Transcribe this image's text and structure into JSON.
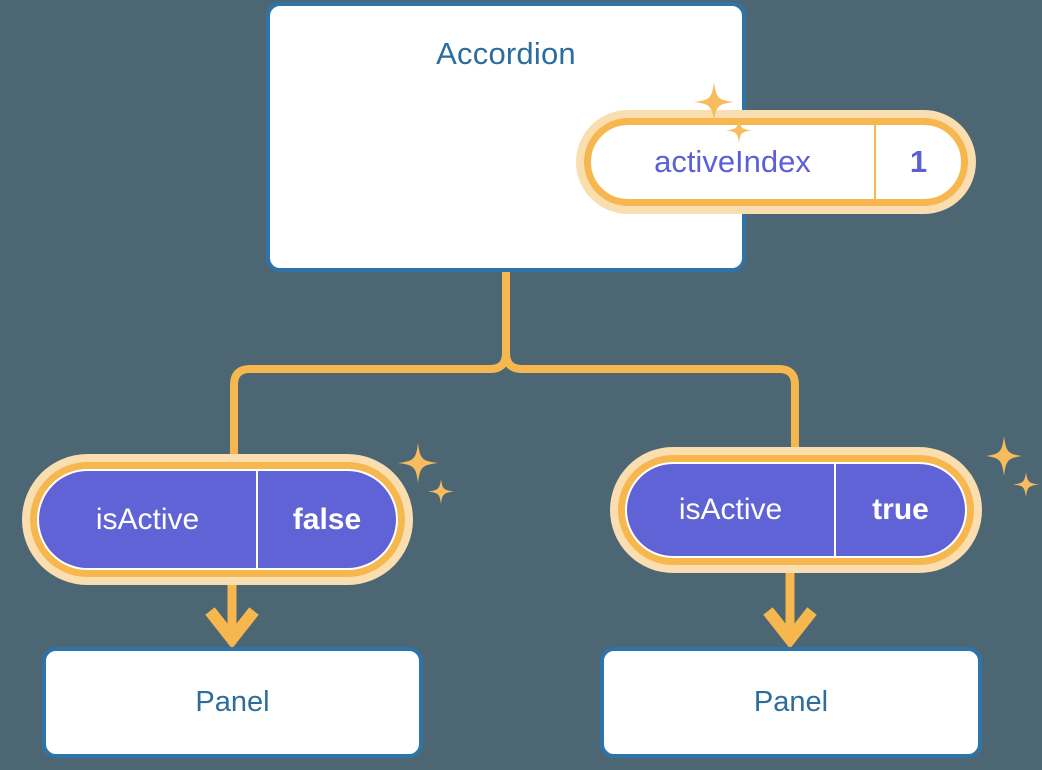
{
  "theme": {
    "background": "#4c6673",
    "card_bg": "#ffffff",
    "card_border": "#2e74a8",
    "title_text": "#2c6d9e",
    "accent_orange": "#f6b84e",
    "accent_orange_glow": "#fbdeb0",
    "state_purple": "#5f63d6",
    "prop_text_purple": "#5b5fd9",
    "value_text_light": "#ffffff"
  },
  "diagram": {
    "type": "component-state-tree",
    "root": {
      "title": "Accordion",
      "state": {
        "key": "activeIndex",
        "value": "1"
      }
    },
    "children": [
      {
        "prop": {
          "key": "isActive",
          "value": "false"
        },
        "component": {
          "title": "Panel"
        }
      },
      {
        "prop": {
          "key": "isActive",
          "value": "true"
        },
        "component": {
          "title": "Panel"
        }
      }
    ],
    "icons": {
      "sparkle": "sparkle-icon",
      "arrow": "arrow-down-icon",
      "connector": "tree-connector"
    }
  }
}
